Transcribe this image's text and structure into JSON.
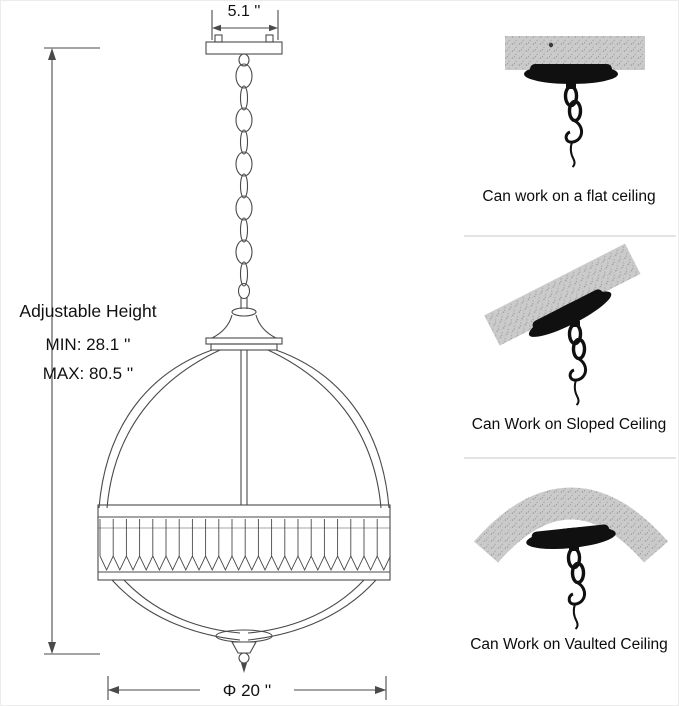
{
  "diagram": {
    "width_label": "5.1 ''",
    "height": {
      "title": "Adjustable Height",
      "min": "MIN:  28.1 ''",
      "max": "MAX: 80.5 ''"
    },
    "diameter_label": "Φ 20 ''"
  },
  "mount_options": [
    {
      "caption": "Can work on a flat ceiling"
    },
    {
      "caption": "Can Work on Sloped Ceiling"
    },
    {
      "caption": "Can Work on Vaulted Ceiling"
    }
  ],
  "colors": {
    "line": "#4a4a4a",
    "text": "#111111",
    "ceiling_gray": "#cbcbcb",
    "hardware_black": "#101010",
    "divider": "#dcdcdc",
    "background": "#ffffff"
  }
}
